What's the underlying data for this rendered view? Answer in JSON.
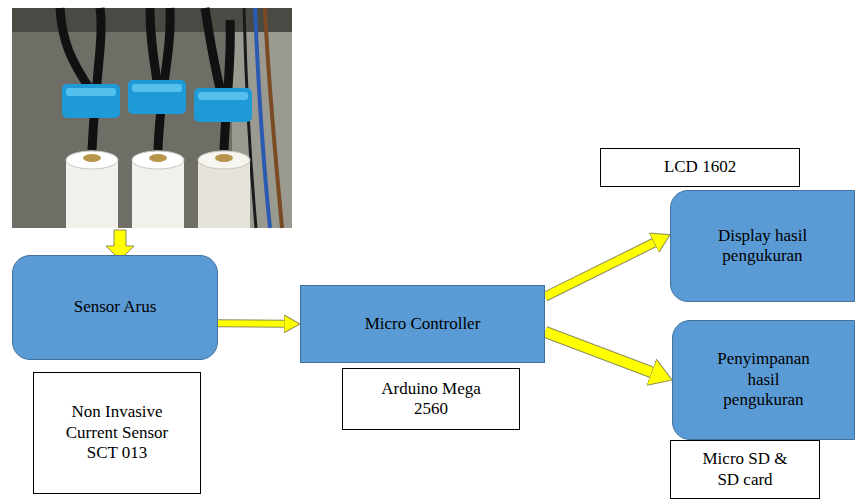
{
  "diagram": {
    "nodes": [
      {
        "text": [
          "Sensor Arus"
        ]
      },
      {
        "text": [
          "Non Invasive Current Sensor SCT 013"
        ]
      },
      {
        "text": [
          "Micro Controller"
        ]
      },
      {
        "text": [
          "Arduino Mega 2560"
        ]
      },
      {
        "text": [
          "LCD 1602"
        ]
      },
      {
        "text": [
          "Display hasil pengukuran"
        ]
      },
      {
        "text": [
          "Penyimpanan hasil pengukuran"
        ]
      },
      {
        "text": [
          "Micro SD & SD card"
        ]
      }
    ],
    "edges": [
      {
        "from": 0,
        "to": 2,
        "arrow": "to"
      },
      {
        "from": 2,
        "to": 5,
        "arrow": "to"
      },
      {
        "from": 2,
        "to": 6,
        "arrow": "to"
      }
    ]
  }
}
